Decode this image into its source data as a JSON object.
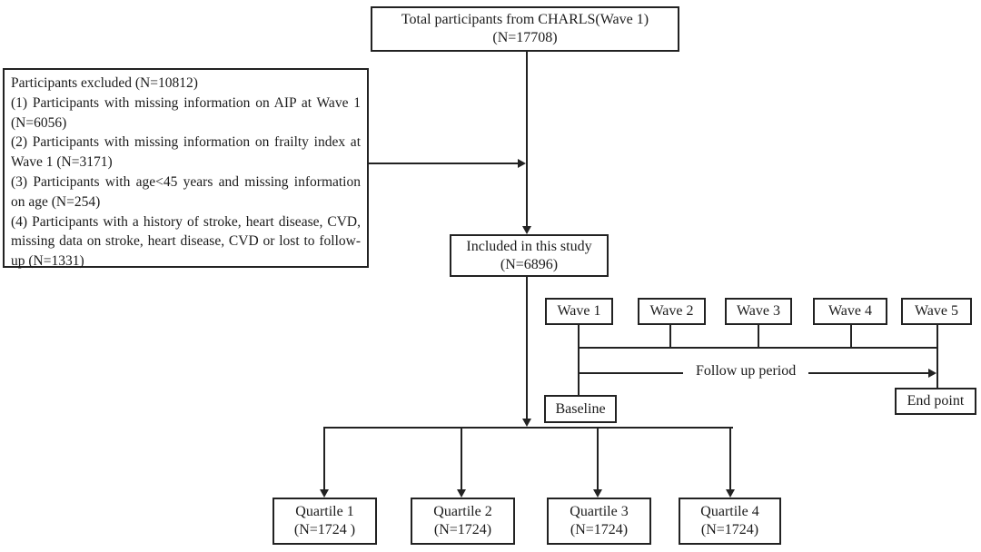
{
  "diagram": {
    "top_box": {
      "line1": "Total participants from CHARLS(Wave 1)",
      "line2": "(N=17708)"
    },
    "excluded_box": {
      "title": "Participants excluded (N=10812)",
      "items": [
        "(1) Participants with missing information on AIP at Wave 1 (N=6056)",
        "(2) Participants with missing information on frailty index at Wave 1 (N=3171)",
        "(3) Participants with age<45 years and  missing information on age (N=254)",
        "(4) Participants with a history of stroke, heart disease, CVD, missing data on stroke, heart disease, CVD or lost to follow-up (N=1331)"
      ]
    },
    "included_box": {
      "line1": "Included in this study",
      "line2": "(N=6896)"
    },
    "waves": [
      {
        "label": "Wave 1"
      },
      {
        "label": "Wave 2"
      },
      {
        "label": "Wave 3"
      },
      {
        "label": "Wave 4"
      },
      {
        "label": "Wave 5"
      }
    ],
    "follow_up_label": "Follow up period",
    "baseline_label": "Baseline",
    "end_point_label": "End point",
    "quartiles": [
      {
        "line1": "Quartile 1",
        "line2": "(N=1724 )"
      },
      {
        "line1": "Quartile 2",
        "line2": "(N=1724)"
      },
      {
        "line1": "Quartile 3",
        "line2": "(N=1724)"
      },
      {
        "line1": "Quartile 4",
        "line2": "(N=1724)"
      }
    ],
    "colors": {
      "line": "#222222",
      "background": "#ffffff",
      "text": "#1b1b1b"
    }
  }
}
